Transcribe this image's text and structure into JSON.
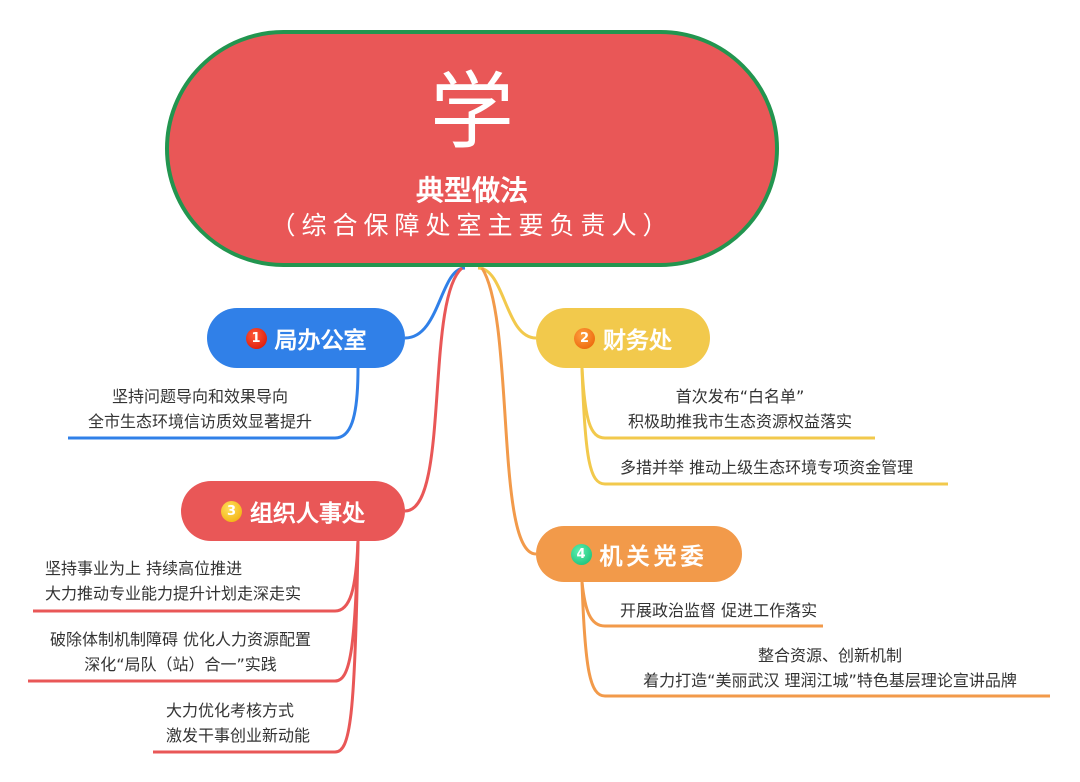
{
  "root": {
    "char": "学",
    "title": "典型做法",
    "subtitle": "（综合保障处室主要负责人）"
  },
  "colors": {
    "root": "#E95757",
    "root_border": "#22954F",
    "blue": "#3080E8",
    "yellow": "#F2C94C",
    "red": "#E95757",
    "orange": "#F29A4A"
  },
  "branches": [
    {
      "num": "1",
      "label": "局办公室",
      "leaves": [
        [
          "坚持问题导向和效果导向",
          "全市生态环境信访质效显著提升"
        ]
      ]
    },
    {
      "num": "2",
      "label": "财务处",
      "leaves": [
        [
          "首次发布“白名单”",
          "积极助推我市生态资源权益落实"
        ],
        [
          "多措并举 推动上级生态环境专项资金管理"
        ]
      ]
    },
    {
      "num": "3",
      "label": "组织人事处",
      "leaves": [
        [
          "坚持事业为上 持续高位推进",
          "大力推动专业能力提升计划走深走实"
        ],
        [
          "破除体制机制障碍 优化人力资源配置",
          "深化“局队（站）合一”实践"
        ],
        [
          "大力优化考核方式",
          "激发干事创业新动能"
        ]
      ]
    },
    {
      "num": "4",
      "label": "机关党委",
      "leaves": [
        [
          "开展政治监督 促进工作落实"
        ],
        [
          "整合资源、创新机制",
          "着力打造“美丽武汉 理润江城”特色基层理论宣讲品牌"
        ]
      ]
    }
  ]
}
